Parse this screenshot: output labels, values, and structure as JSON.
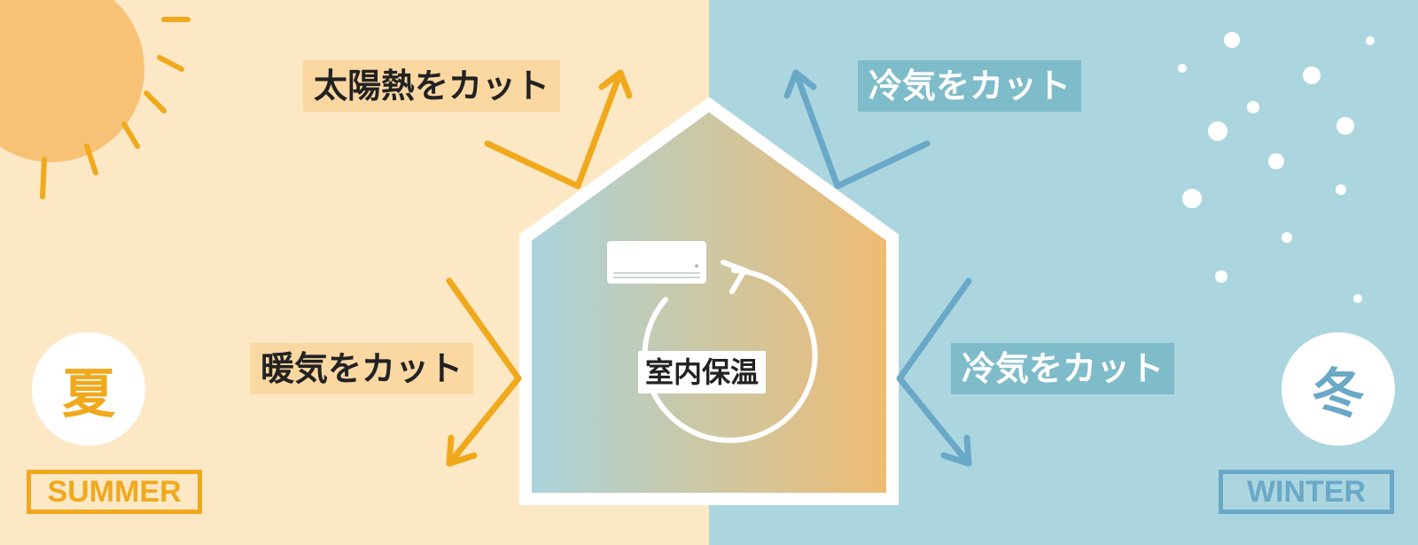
{
  "summer": {
    "badge": "夏",
    "season_label": "SUMMER",
    "label_top": "太陽熱をカット",
    "label_side": "暖気をカット"
  },
  "winter": {
    "badge": "冬",
    "season_label": "WINTER",
    "label_top": "冷気をカット",
    "label_side": "冷気をカット"
  },
  "house": {
    "center_label": "室内保温"
  },
  "colors": {
    "summer_bg": "#fde8c6",
    "winter_bg": "#acd6df",
    "summer_accent": "#f0a91c",
    "winter_accent": "#6aa8c8",
    "label_summer_bg": "#fbd7a1",
    "label_winter_bg": "#7fbcca"
  }
}
